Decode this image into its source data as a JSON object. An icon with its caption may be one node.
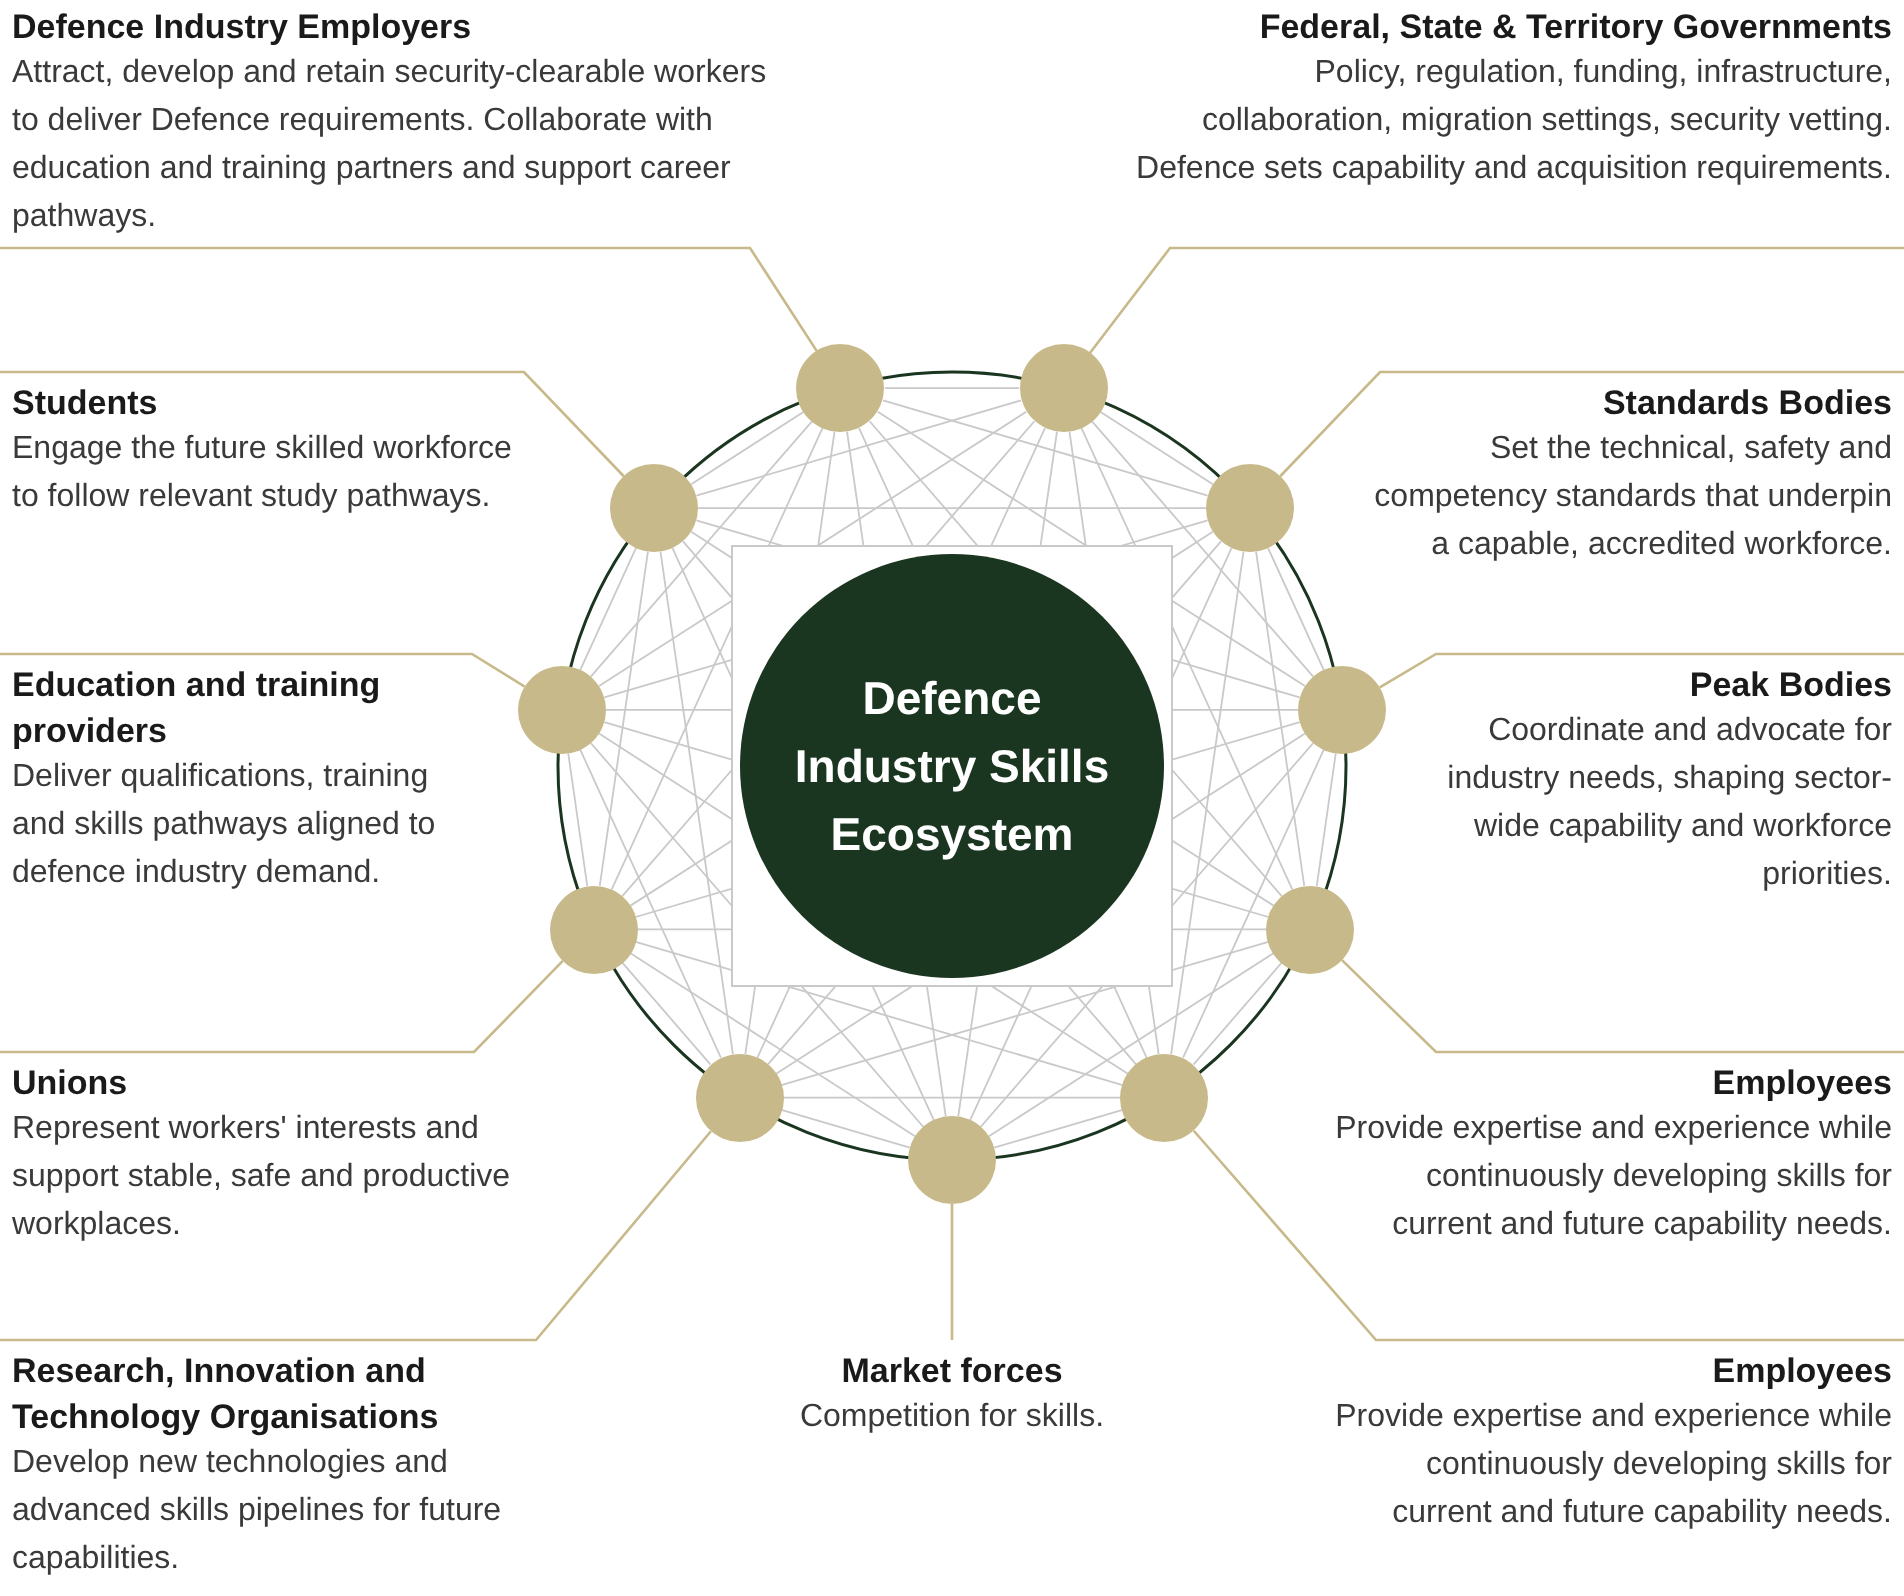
{
  "diagram": {
    "nodes": [
      {
        "text": [
          "Defence Industry Skills Ecosystem"
        ]
      },
      {
        "text": [
          "Defence Industry Employers",
          "Attract, develop and retain security-clearable workers to deliver Defence requirements. Collaborate with education and training partners and support career pathways."
        ]
      },
      {
        "text": [
          "Federal, State & Territory Governments",
          "Policy, regulation, funding, infrastructure, collaboration, migration settings, security vetting. Defence sets capability and acquisition requirements."
        ]
      },
      {
        "text": [
          "Students",
          "Engage the future skilled workforce to follow relevant study pathways."
        ]
      },
      {
        "text": [
          "Standards Bodies",
          "Set the technical, safety and competency standards that underpin a capable, accredited workforce."
        ]
      },
      {
        "text": [
          "Education and training providers",
          "Deliver qualifications, training and skills pathways aligned to defence industry demand."
        ]
      },
      {
        "text": [
          "Peak Bodies",
          "Coordinate and advocate for industry needs, shaping sector-wide capability and workforce priorities."
        ]
      },
      {
        "text": [
          "Unions",
          "Represent workers' interests and support stable, safe and productive workplaces."
        ]
      },
      {
        "text": [
          "Employees",
          "Provide expertise and experience while continuously developing skills for current and future capability needs."
        ]
      },
      {
        "text": [
          "Research, Innovation and Technology Organisations",
          "Develop new technologies and advanced skills pipelines for future capabilities."
        ]
      },
      {
        "text": [
          "Market forces",
          "Competition for skills."
        ]
      },
      {
        "text": [
          "Employees",
          "Provide expertise and experience while continuously developing skills for current and future capability needs."
        ]
      },
      {
        "text": [],
        "shape": "circle"
      },
      {
        "text": [],
        "shape": "circle"
      },
      {
        "text": [],
        "shape": "circle"
      },
      {
        "text": [],
        "shape": "circle"
      },
      {
        "text": [],
        "shape": "circle"
      },
      {
        "text": [],
        "shape": "circle"
      },
      {
        "text": [],
        "shape": "circle"
      },
      {
        "text": [],
        "shape": "circle"
      },
      {
        "text": [],
        "shape": "circle"
      },
      {
        "text": [],
        "shape": "circle"
      },
      {
        "text": [],
        "shape": "circle"
      }
    ],
    "edges": [
      {
        "from": 1,
        "to": 12,
        "arrow": "none",
        "color": "#c8b98a"
      },
      {
        "from": 2,
        "to": 13,
        "arrow": "none",
        "color": "#c8b98a"
      },
      {
        "from": 3,
        "to": 14,
        "arrow": "none",
        "color": "#c8b98a"
      },
      {
        "from": 4,
        "to": 15,
        "arrow": "none",
        "color": "#c8b98a"
      },
      {
        "from": 5,
        "to": 16,
        "arrow": "none",
        "color": "#c8b98a"
      },
      {
        "from": 6,
        "to": 17,
        "arrow": "none",
        "color": "#c8b98a"
      },
      {
        "from": 7,
        "to": 18,
        "arrow": "none",
        "color": "#c8b98a"
      },
      {
        "from": 8,
        "to": 19,
        "arrow": "none",
        "color": "#c8b98a"
      },
      {
        "from": 9,
        "to": 20,
        "arrow": "none",
        "color": "#c8b98a"
      },
      {
        "from": 10,
        "to": 22,
        "arrow": "none",
        "color": "#c8b98a"
      },
      {
        "from": 11,
        "to": 21,
        "arrow": "none",
        "color": "#c8b98a"
      },
      {
        "from": 12,
        "to": 13,
        "arrow": "none"
      },
      {
        "from": 12,
        "to": 14,
        "arrow": "none"
      },
      {
        "from": 12,
        "to": 15,
        "arrow": "none"
      },
      {
        "from": 12,
        "to": 16,
        "arrow": "none"
      },
      {
        "from": 12,
        "to": 17,
        "arrow": "none"
      },
      {
        "from": 12,
        "to": 18,
        "arrow": "none"
      },
      {
        "from": 12,
        "to": 19,
        "arrow": "none"
      },
      {
        "from": 12,
        "to": 20,
        "arrow": "none"
      },
      {
        "from": 12,
        "to": 21,
        "arrow": "none"
      },
      {
        "from": 12,
        "to": 22,
        "arrow": "none"
      },
      {
        "from": 13,
        "to": 14,
        "arrow": "none"
      },
      {
        "from": 13,
        "to": 15,
        "arrow": "none"
      },
      {
        "from": 13,
        "to": 16,
        "arrow": "none"
      },
      {
        "from": 13,
        "to": 17,
        "arrow": "none"
      },
      {
        "from": 13,
        "to": 18,
        "arrow": "none"
      },
      {
        "from": 13,
        "to": 19,
        "arrow": "none"
      },
      {
        "from": 13,
        "to": 20,
        "arrow": "none"
      },
      {
        "from": 13,
        "to": 21,
        "arrow": "none"
      },
      {
        "from": 13,
        "to": 22,
        "arrow": "none"
      },
      {
        "from": 14,
        "to": 15,
        "arrow": "none"
      },
      {
        "from": 14,
        "to": 16,
        "arrow": "none"
      },
      {
        "from": 14,
        "to": 17,
        "arrow": "none"
      },
      {
        "from": 14,
        "to": 18,
        "arrow": "none"
      },
      {
        "from": 14,
        "to": 19,
        "arrow": "none"
      },
      {
        "from": 14,
        "to": 20,
        "arrow": "none"
      },
      {
        "from": 14,
        "to": 21,
        "arrow": "none"
      },
      {
        "from": 14,
        "to": 22,
        "arrow": "none"
      },
      {
        "from": 15,
        "to": 16,
        "arrow": "none"
      },
      {
        "from": 15,
        "to": 17,
        "arrow": "none"
      },
      {
        "from": 15,
        "to": 18,
        "arrow": "none"
      },
      {
        "from": 15,
        "to": 19,
        "arrow": "none"
      },
      {
        "from": 15,
        "to": 20,
        "arrow": "none"
      },
      {
        "from": 15,
        "to": 21,
        "arrow": "none"
      },
      {
        "from": 15,
        "to": 22,
        "arrow": "none"
      },
      {
        "from": 16,
        "to": 17,
        "arrow": "none"
      },
      {
        "from": 16,
        "to": 18,
        "arrow": "none"
      },
      {
        "from": 16,
        "to": 19,
        "arrow": "none"
      },
      {
        "from": 16,
        "to": 20,
        "arrow": "none"
      },
      {
        "from": 16,
        "to": 21,
        "arrow": "none"
      },
      {
        "from": 16,
        "to": 22,
        "arrow": "none"
      },
      {
        "from": 17,
        "to": 18,
        "arrow": "none"
      },
      {
        "from": 17,
        "to": 19,
        "arrow": "none"
      },
      {
        "from": 17,
        "to": 20,
        "arrow": "none"
      },
      {
        "from": 17,
        "to": 21,
        "arrow": "none"
      },
      {
        "from": 17,
        "to": 22,
        "arrow": "none"
      },
      {
        "from": 18,
        "to": 19,
        "arrow": "none"
      },
      {
        "from": 18,
        "to": 20,
        "arrow": "none"
      },
      {
        "from": 18,
        "to": 21,
        "arrow": "none"
      },
      {
        "from": 18,
        "to": 22,
        "arrow": "none"
      },
      {
        "from": 19,
        "to": 20,
        "arrow": "none"
      },
      {
        "from": 19,
        "to": 21,
        "arrow": "none"
      },
      {
        "from": 19,
        "to": 22,
        "arrow": "none"
      },
      {
        "from": 20,
        "to": 21,
        "arrow": "none"
      },
      {
        "from": 20,
        "to": 22,
        "arrow": "none"
      },
      {
        "from": 21,
        "to": 22,
        "arrow": "none"
      }
    ]
  }
}
